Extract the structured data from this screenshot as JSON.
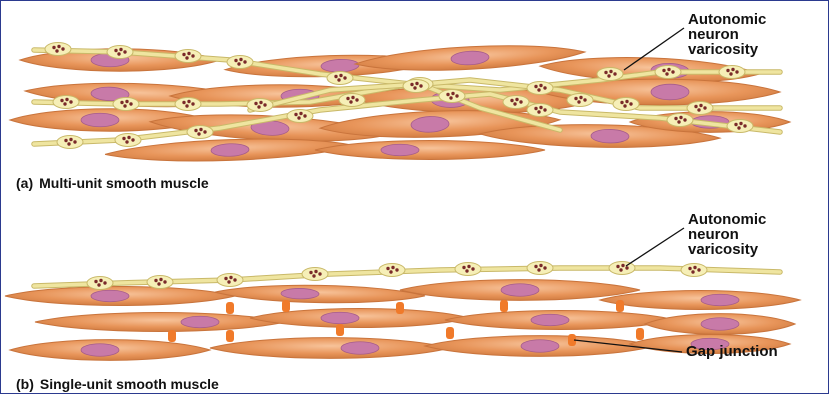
{
  "panel_a": {
    "tag": "(a)",
    "caption": "Multi-unit smooth muscle",
    "callout": [
      "Autonomic",
      "neuron",
      "varicosity"
    ]
  },
  "panel_b": {
    "tag": "(b)",
    "caption": "Single-unit smooth muscle",
    "callout": [
      "Autonomic",
      "neuron",
      "varicosity"
    ],
    "gap_label": "Gap junction"
  },
  "colors": {
    "cell_fill": "#e8955a",
    "cell_edge": "#c9743c",
    "cell_highlight": "#f4b98a",
    "nucleus": "#c87aa8",
    "axon": "#efe5a0",
    "axon_edge": "#c9b969",
    "varicosity": "#f6efb7",
    "vesicle": "#7a2a2a",
    "gap_junction": "#f07a2a",
    "frame": "#2b3a8f"
  },
  "icons": [
    "smooth-muscle-cell",
    "cell-nucleus",
    "axon-varicosity",
    "gap-junction"
  ]
}
